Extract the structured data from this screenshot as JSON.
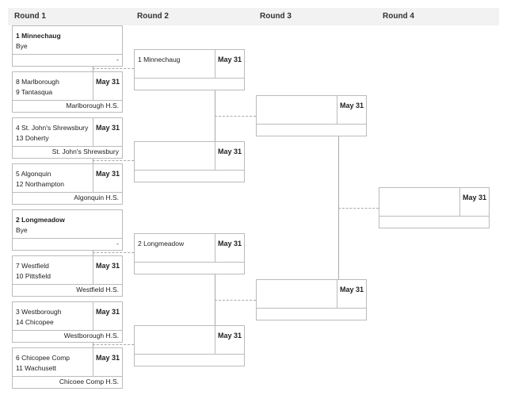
{
  "rounds": [
    "Round 1",
    "Round 2",
    "Round 3",
    "Round 4"
  ],
  "round1": [
    {
      "team1": "1 Minnechaug",
      "team2": "Bye",
      "date": "",
      "venue": "-",
      "bold1": true
    },
    {
      "team1": "8 Marlborough",
      "team2": "9 Tantasqua",
      "date": "May 31",
      "venue": "Marlborough H.S.",
      "bold1": false
    },
    {
      "team1": "4 St. John's Shrewsbury",
      "team2": "13 Doherty",
      "date": "May 31",
      "venue": "St. John's Shrewsbury",
      "bold1": false
    },
    {
      "team1": "5 Algonquin",
      "team2": "12 Northampton",
      "date": "May 31",
      "venue": "Algonquin H.S.",
      "bold1": false
    },
    {
      "team1": "2 Longmeadow",
      "team2": "Bye",
      "date": "",
      "venue": "-",
      "bold1": true
    },
    {
      "team1": "7 Westfield",
      "team2": "10 Pittsfield",
      "date": "May 31",
      "venue": "Westfield H.S.",
      "bold1": false
    },
    {
      "team1": "3 Westborough",
      "team2": "14 Chicopee",
      "date": "May 31",
      "venue": "Westborough H.S.",
      "bold1": false
    },
    {
      "team1": "6 Chicopee Comp",
      "team2": "11 Wachusett",
      "date": "May 31",
      "venue": "Chicoee Comp H.S.",
      "bold1": false
    }
  ],
  "round2": [
    {
      "team1": "1 Minnechaug",
      "team2": "",
      "date": "May 31",
      "venue": ""
    },
    {
      "team1": "",
      "team2": "",
      "date": "May 31",
      "venue": ""
    },
    {
      "team1": "2 Longmeadow",
      "team2": "",
      "date": "May 31",
      "venue": ""
    },
    {
      "team1": "",
      "team2": "",
      "date": "May 31",
      "venue": ""
    }
  ],
  "round3": [
    {
      "team1": "",
      "team2": "",
      "date": "May 31",
      "venue": ""
    },
    {
      "team1": "",
      "team2": "",
      "date": "May 31",
      "venue": ""
    }
  ],
  "round4": [
    {
      "team1": "",
      "team2": "",
      "date": "May 31",
      "venue": ""
    }
  ]
}
